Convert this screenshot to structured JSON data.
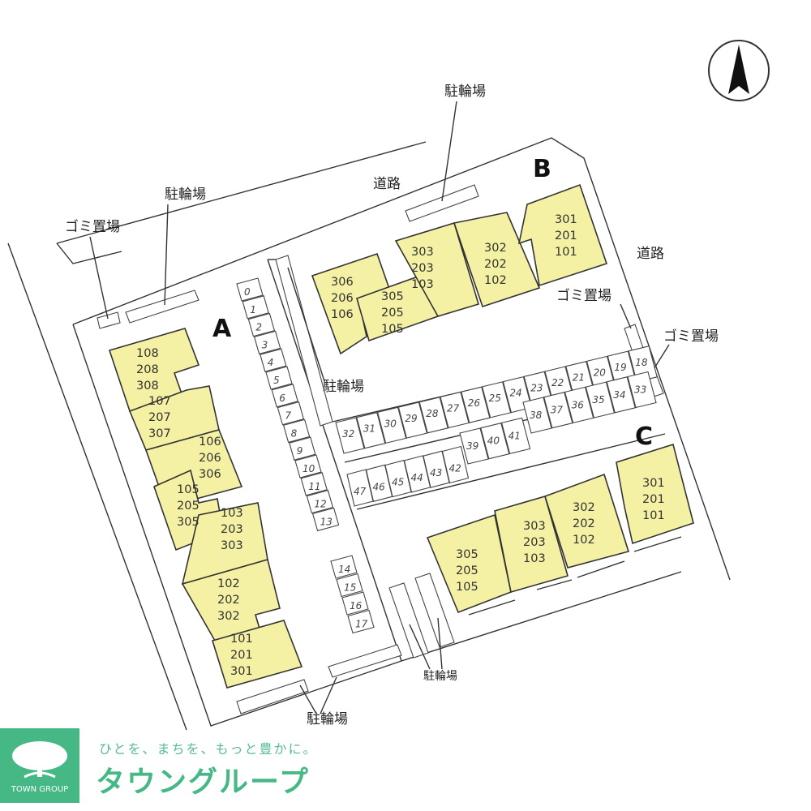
{
  "labels": {
    "bicycle_parking": "駐輪場",
    "garbage": "ゴミ置場",
    "road": "道路"
  },
  "buildings": {
    "A": {
      "name": "A",
      "units": [
        [
          "108",
          "208",
          "308"
        ],
        [
          "107",
          "207",
          "307"
        ],
        [
          "106",
          "206",
          "306"
        ],
        [
          "105",
          "205",
          "305"
        ],
        [
          "103",
          "203",
          "303"
        ],
        [
          "102",
          "202",
          "302"
        ],
        [
          "101",
          "201",
          "301"
        ]
      ]
    },
    "B": {
      "name": "B",
      "units": [
        [
          "306",
          "206",
          "106"
        ],
        [
          "305",
          "205",
          "105"
        ],
        [
          "303",
          "203",
          "103"
        ],
        [
          "302",
          "202",
          "102"
        ],
        [
          "301",
          "201",
          "101"
        ]
      ]
    },
    "C": {
      "name": "C",
      "units": [
        [
          "305",
          "205",
          "105"
        ],
        [
          "303",
          "203",
          "103"
        ],
        [
          "302",
          "202",
          "102"
        ],
        [
          "301",
          "201",
          "101"
        ]
      ]
    }
  },
  "parking": {
    "west_column": [
      "0",
      "1",
      "2",
      "3",
      "4",
      "5",
      "6",
      "7",
      "8",
      "9",
      "10",
      "11",
      "12",
      "13"
    ],
    "west_column_lower": [
      "14",
      "15",
      "16",
      "17"
    ],
    "row_upper": [
      "32",
      "31",
      "30",
      "29",
      "28",
      "27",
      "26",
      "25",
      "24",
      "23",
      "22",
      "21",
      "20",
      "19",
      "18"
    ],
    "row_middle": [
      "38",
      "37",
      "36",
      "35",
      "34",
      "33"
    ],
    "row_middle_left": [
      "39",
      "40",
      "41"
    ],
    "row_lower": [
      "47",
      "46",
      "45",
      "44",
      "43",
      "42",
      "41",
      "40",
      "39",
      "38",
      "37",
      "36",
      "35",
      "34",
      "33"
    ]
  },
  "logo": {
    "company_mark": "TOWN GROUP",
    "tagline": "ひとを、まちを、もっと豊かに。",
    "brand": "タウングループ",
    "color": "#45b886"
  }
}
